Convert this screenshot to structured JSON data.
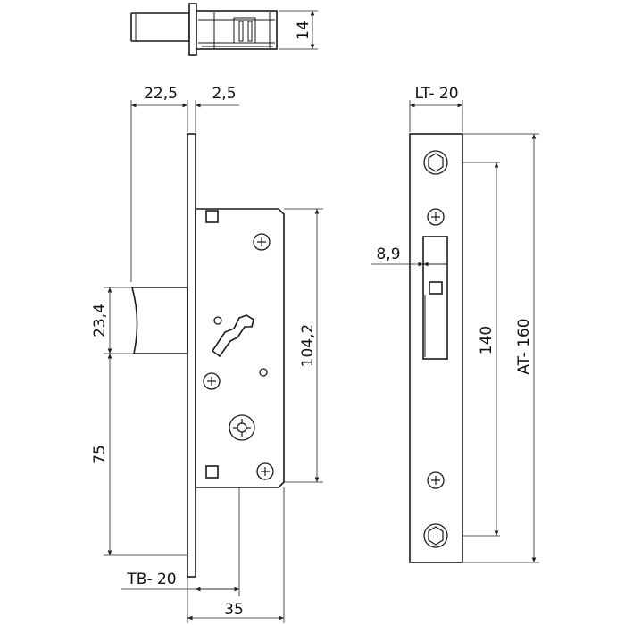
{
  "dimensions": {
    "backset_width": "22,5",
    "faceplate_thickness": "2,5",
    "top_view_height": "14",
    "bolt_height": "23,4",
    "bolt_offset": "75",
    "case_height": "104,2",
    "tb_label": "TB- 20",
    "case_depth": "35",
    "lt_label": "LT- 20",
    "slot_width": "8,9",
    "screw_spacing": "140",
    "at_label": "AT- 160"
  },
  "colors": {
    "line": "#1a1a1a",
    "background": "#ffffff"
  }
}
